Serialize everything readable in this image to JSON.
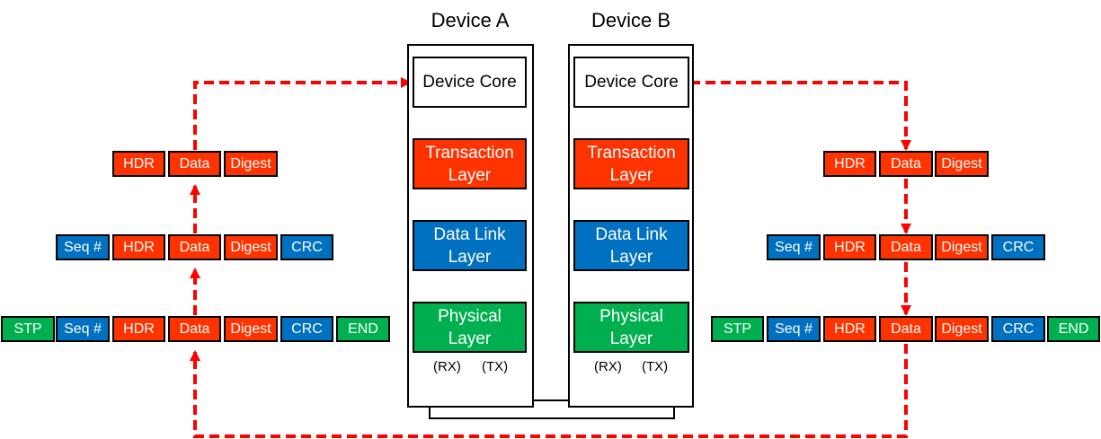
{
  "devices": {
    "a": {
      "title": "Device A",
      "layers": {
        "core": "Device Core",
        "transaction": "Transaction\nLayer",
        "data_link": "Data Link\nLayer",
        "physical": "Physical\nLayer"
      },
      "rx_label": "(RX)",
      "tx_label": "(TX)"
    },
    "b": {
      "title": "Device B",
      "layers": {
        "core": "Device Core",
        "transaction": "Transaction\nLayer",
        "data_link": "Data Link\nLayer",
        "physical": "Physical\nLayer"
      },
      "rx_label": "(RX)",
      "tx_label": "(TX)"
    }
  },
  "colors": {
    "transaction": "#ff3300",
    "data_link": "#0070c0",
    "physical": "#00b050",
    "flow_arrow": "#ff0000"
  },
  "packets": {
    "transaction_level": [
      "HDR",
      "Data",
      "Digest"
    ],
    "data_link_level": [
      "Seq #",
      "HDR",
      "Data",
      "Digest",
      "CRC"
    ],
    "physical_level": [
      "STP",
      "Seq #",
      "HDR",
      "Data",
      "Digest",
      "CRC",
      "END"
    ]
  }
}
